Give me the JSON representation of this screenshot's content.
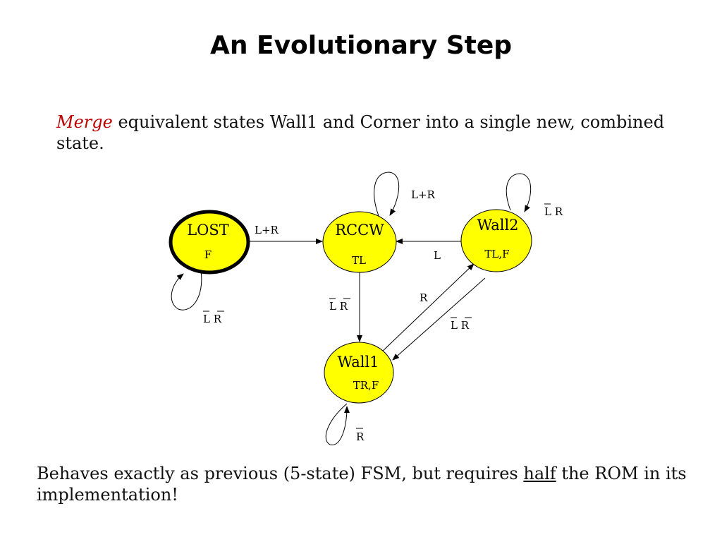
{
  "slide": {
    "title": "An Evolutionary Step",
    "intro": {
      "emph": "Merge",
      "rest": " equivalent states Wall1 and Corner into a single new, combined state."
    },
    "footer": {
      "before": "Behaves exactly as previous (5-state) FSM, but requires ",
      "underlined": "half",
      "after": " the ROM in its implementation!"
    }
  },
  "diagram": {
    "state_fill": "#ffff00",
    "states": {
      "lost": {
        "name": "LOST",
        "output": "F"
      },
      "rccw": {
        "name": "RCCW",
        "output": "TL"
      },
      "wall2": {
        "name": "Wall2",
        "output": "TL,F"
      },
      "wall1": {
        "name": "Wall1",
        "output": "TR,F"
      }
    },
    "transitions": {
      "lost_self": "L R",
      "lost_to_rccw": "L+R",
      "rccw_self": "L+R",
      "wall2_self": "L R",
      "wall2_to_rccw": "L",
      "rccw_to_wall1": "L R",
      "wall1_to_wall2": "R",
      "wall2_to_wall1": "L R",
      "wall1_self": "R"
    }
  }
}
